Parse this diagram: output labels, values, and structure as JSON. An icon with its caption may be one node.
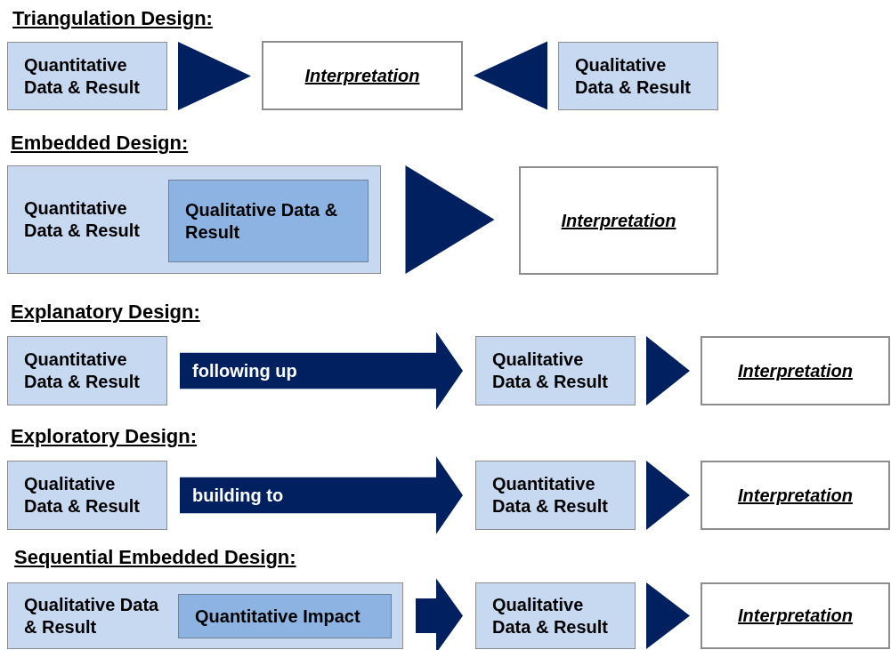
{
  "diagram": {
    "nodes": [
      {
        "text": [
          "Quantitative Data & Result"
        ]
      },
      {
        "text": [
          "Interpretation"
        ]
      },
      {
        "text": [
          "Qualitative Data & Result"
        ]
      },
      {
        "text": [
          "Quantitative Data & Result"
        ]
      },
      {
        "text": [
          "Qualitative Data & Result"
        ],
        "in": 3
      },
      {
        "text": [
          "Interpretation"
        ]
      },
      {
        "text": [
          "Quantitative Data & Result"
        ]
      },
      {
        "text": [
          "Qualitative Data & Result"
        ]
      },
      {
        "text": [
          "Interpretation"
        ]
      },
      {
        "text": [
          "Qualitative Data & Result"
        ]
      },
      {
        "text": [
          "Quantitative Data & Result"
        ]
      },
      {
        "text": [
          "Interpretation"
        ]
      },
      {
        "text": [
          "Qualitative Data & Result"
        ]
      },
      {
        "text": [
          "Quantitative Impact"
        ],
        "in": 12
      },
      {
        "text": [
          "Qualitative Data & Result"
        ]
      },
      {
        "text": [
          "Interpretation"
        ]
      }
    ],
    "edges": [
      {
        "from": 0,
        "to": 1,
        "arrow": "to"
      },
      {
        "from": 2,
        "to": 1,
        "arrow": "to"
      },
      {
        "from": 3,
        "to": 5,
        "arrow": "to"
      },
      {
        "from": 6,
        "to": 7,
        "arrow": "to",
        "label": "following up",
        "style": "thick"
      },
      {
        "from": 7,
        "to": 8,
        "arrow": "to"
      },
      {
        "from": 9,
        "to": 10,
        "arrow": "to",
        "label": "building to",
        "style": "thick"
      },
      {
        "from": 10,
        "to": 11,
        "arrow": "to"
      },
      {
        "from": 12,
        "to": 14,
        "arrow": "to",
        "style": "thick"
      },
      {
        "from": 14,
        "to": 15,
        "arrow": "to"
      }
    ],
    "labels": [
      "Triangulation Design:",
      "Embedded Design:",
      "Explanatory Design:",
      "Exploratory Design:",
      "Sequential Embedded Design:"
    ]
  }
}
